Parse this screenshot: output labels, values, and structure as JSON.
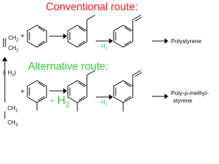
{
  "titles": {
    "conventional": "Conventional route:",
    "alternative": "Alternative route:"
  },
  "labels": {
    "minus_h2_vertical": "(- H",
    "minus_h2_vertical_sub": "2",
    "minus_h2_vertical_close": ")",
    "minus_h2_top": "- H",
    "minus_h2_top_sub": "2",
    "minus_h2_bottom": "- H",
    "minus_h2_bottom_sub": "2",
    "minus_h2_large": "- H",
    "minus_h2_large_sub": "2",
    "plus_top": "+",
    "plus_bottom": "+",
    "product_top": "Polystyrene",
    "product_bottom_1": "Poly-ρ-methyl-",
    "product_bottom_2": "styrene",
    "ethylene_ch2_top": "CH",
    "ethylene_ch2_top_sub": "2",
    "ethylene_ch2_bottom": "CH",
    "ethylene_ch2_bottom_sub": "2",
    "ethane_ch2": "CH",
    "ethane_ch2_sub": "2",
    "ethane_ch3": "CH",
    "ethane_ch3_sub": "3"
  },
  "colors": {
    "conventional_title": "#ff1a1a",
    "alternative_title": "#33cc33",
    "blue_h2": "#2aa8e0",
    "green_h2": "#33cc33",
    "ink": "#000000"
  }
}
